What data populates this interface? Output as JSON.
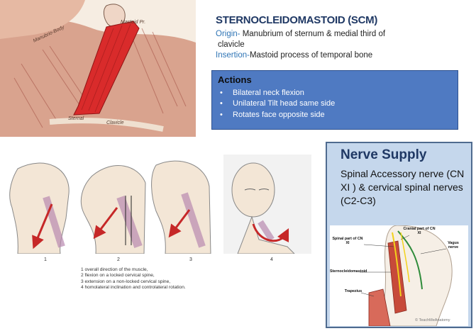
{
  "title": "STERNOCLEIDOMASTOID (SCM)",
  "origin": {
    "label": "Origin-",
    "text": " Manubrium of sternum & medial third of",
    "text_line2": "clavicle"
  },
  "insertion": {
    "label": "Insertion-",
    "text": "Mastoid process of temporal bone"
  },
  "top_illustration": {
    "labels": [
      "Manubrio-Body",
      "Mastoid Pr.",
      "Clavicle",
      "Sternal"
    ]
  },
  "actions": {
    "heading": "Actions",
    "items": [
      "Bilateral neck flexion",
      "Unilateral  Tilt head same side",
      "Rotates face opposite side"
    ]
  },
  "movement_figures": {
    "numbers": [
      "1",
      "2",
      "3",
      "4"
    ],
    "caption": [
      "1 overall direction of the muscle,",
      "2 flexion on a locked cervical spine,",
      "3 extension on a non-locked cervical spine,",
      "4 homolateral inclination and controlateral rotation."
    ]
  },
  "nerve_supply": {
    "heading": "Nerve Supply",
    "text": "Spinal Accessory nerve  (CN XI ) & cervical spinal nerves (C2-C3)",
    "diagram_labels": {
      "cranial": "Cranial part of CN XI",
      "spinal": "Spinal part of CN XI",
      "vagus": "Vagus nerve",
      "scm": "Sternocleidomastoid",
      "trapezius": "Trapezius"
    },
    "watermark": "© TeachMeAnatomy"
  },
  "colors": {
    "title": "#1f3864",
    "label_accent": "#2e74b5",
    "actions_bg": "#4f7ac2",
    "nerve_panel_bg": "#c5d7ec",
    "muscle_red": "#d92b2b"
  }
}
